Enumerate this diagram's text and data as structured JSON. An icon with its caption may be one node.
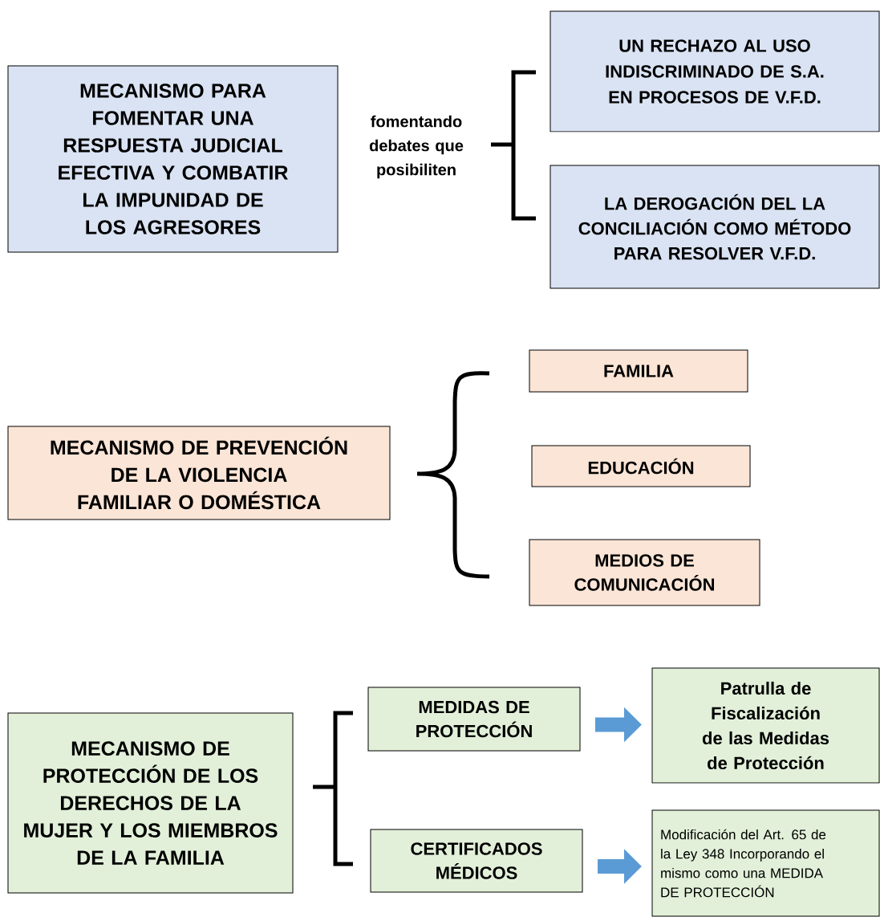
{
  "diagram": {
    "nodes": [
      {
        "text": [
          "MECANISMO PARA FOMENTAR UNA RESPUESTA JUDICIAL EFECTIVA Y COMBATIR LA IMPUNIDAD DE LOS AGRESORES"
        ]
      },
      {
        "text": [
          "UN RECHAZO AL USO INDISCRIMINADO DE S.A. EN PROCESOS DE V.F.D."
        ]
      },
      {
        "text": [
          "LA DEROGACIÓN DEL LA CONCILIACIÓN COMO MÉTODO PARA RESOLVER V.F.D."
        ]
      },
      {
        "text": [
          "MECANISMO DE PREVENCIÓN DE LA VIOLENCIA FAMILIAR O DOMÉSTICA"
        ]
      },
      {
        "text": [
          "FAMILIA"
        ]
      },
      {
        "text": [
          "EDUCACIÓN"
        ]
      },
      {
        "text": [
          "MEDIOS DE COMUNICACIÓN"
        ]
      },
      {
        "text": [
          "MECANISMO DE PROTECCIÓN DE LOS DERECHOS DE LA MUJER Y LOS MIEMBROS DE LA FAMILIA"
        ]
      },
      {
        "text": [
          "MEDIDAS DE PROTECCIÓN"
        ]
      },
      {
        "text": [
          "CERTIFICADOS MÉDICOS"
        ]
      },
      {
        "text": [
          "Patrulla de Fiscalización de las Medidas de Protección"
        ]
      },
      {
        "text": [
          "Modificación del Art. 65 de la Ley 348 Incorporando el mismo como una MEDIDA DE PROTECCIÓN"
        ]
      }
    ],
    "edges": [
      {
        "from": 8,
        "to": 10,
        "arrow": "to"
      },
      {
        "from": 9,
        "to": 11,
        "arrow": "to"
      }
    ],
    "labels": [
      "fomentando debates que posibiliten"
    ]
  }
}
